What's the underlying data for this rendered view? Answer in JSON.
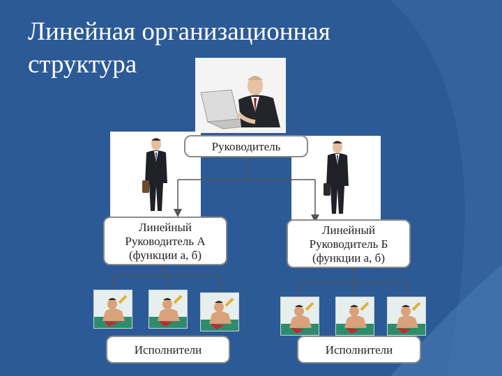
{
  "slide": {
    "title_line1": "Линейная организационная",
    "title_line2": "структура"
  },
  "chart": {
    "head_label": "Руководитель",
    "manager_a": [
      "Линейный",
      "Руководитель А",
      "(функции а, б)"
    ],
    "manager_b": [
      "Линейный",
      "Руководитель Б",
      "(функции а, б)"
    ],
    "executors_left": "Исполнители",
    "executors_right": "Исполнители"
  },
  "colors": {
    "background": "#2c5a96",
    "box_border": "#8a8a8a",
    "connector": "#555555",
    "title_text": "#ffffff"
  }
}
